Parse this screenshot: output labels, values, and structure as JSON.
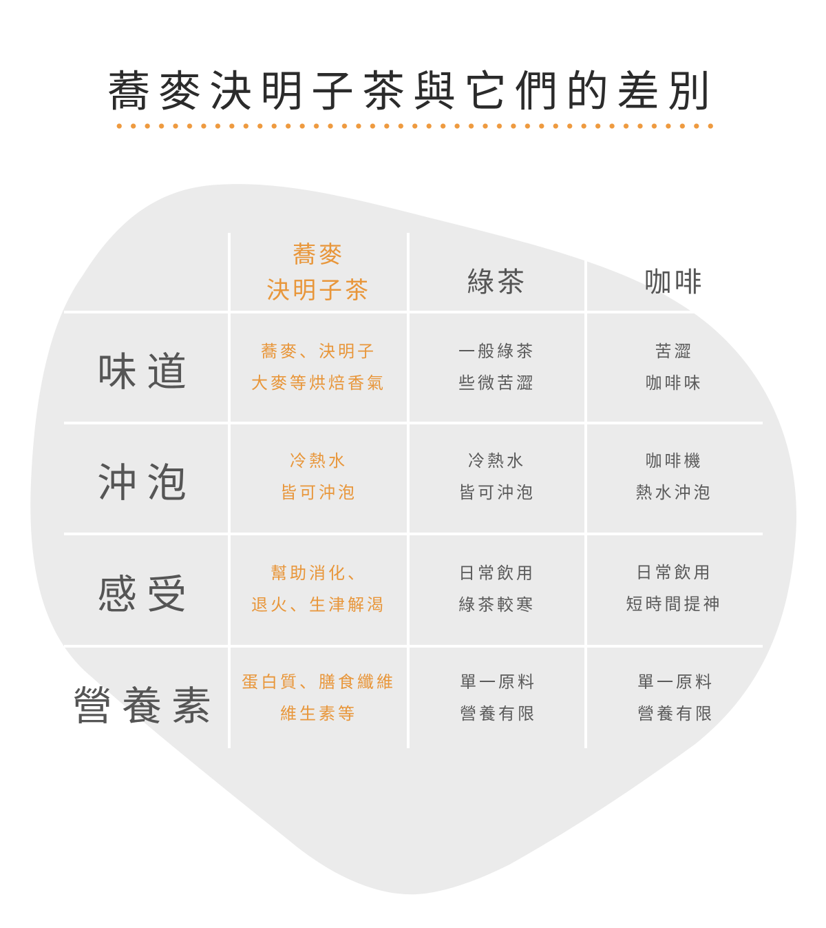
{
  "title": "蕎麥決明子茶與它們的差別",
  "colors": {
    "accent": "#e8963a",
    "blob": "#ebebeb",
    "text": "#555555",
    "title": "#2b2b2b"
  },
  "columns": [
    {
      "label_lines": [
        "蕎麥",
        "決明子茶"
      ],
      "highlight": true
    },
    {
      "label_lines": [
        "綠茶"
      ],
      "highlight": false
    },
    {
      "label_lines": [
        "咖啡"
      ],
      "highlight": false
    }
  ],
  "rows": [
    {
      "label": "味道",
      "cells": [
        [
          "蕎麥、決明子",
          "大麥等烘焙香氣"
        ],
        [
          "一般綠茶",
          "些微苦澀"
        ],
        [
          "苦澀",
          "咖啡味"
        ]
      ]
    },
    {
      "label": "沖泡",
      "cells": [
        [
          "冷熱水",
          "皆可沖泡"
        ],
        [
          "冷熱水",
          "皆可沖泡"
        ],
        [
          "咖啡機",
          "熱水沖泡"
        ]
      ]
    },
    {
      "label": "感受",
      "cells": [
        [
          "幫助消化、",
          "退火、生津解渴"
        ],
        [
          "日常飲用",
          "綠茶較寒"
        ],
        [
          "日常飲用",
          "短時間提神"
        ]
      ]
    },
    {
      "label": "營養素",
      "cells": [
        [
          "蛋白質、膳食纖維",
          "維生素等"
        ],
        [
          "單一原料",
          "營養有限"
        ],
        [
          "單一原料",
          "營養有限"
        ]
      ]
    }
  ]
}
